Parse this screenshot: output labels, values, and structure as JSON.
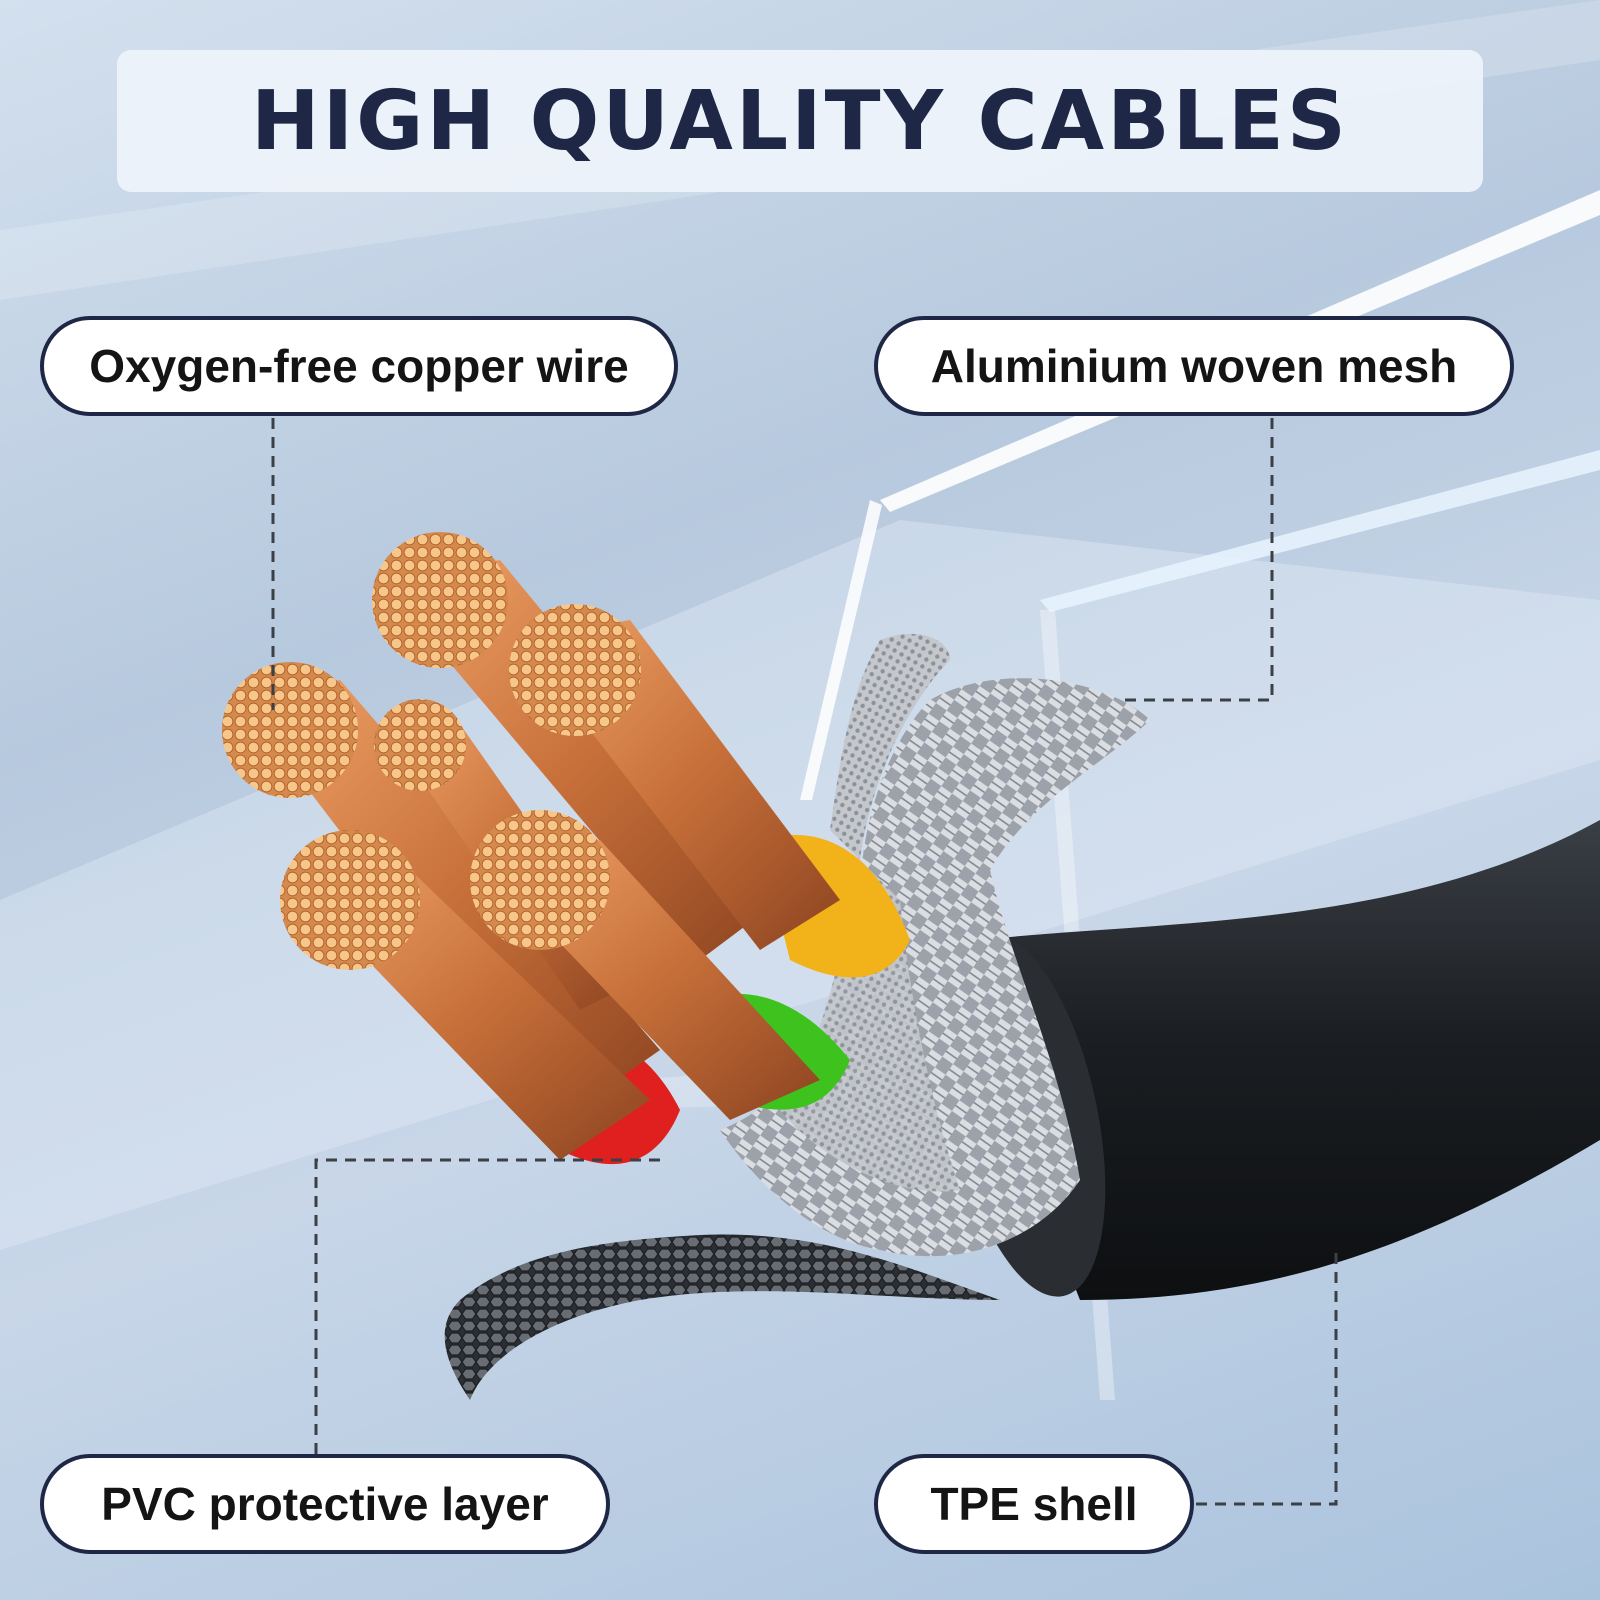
{
  "title": "HIGH QUALITY CABLES",
  "labels": {
    "copper": "Oxygen-free copper wire",
    "mesh": "Aluminium woven mesh",
    "pvc": "PVC protective layer",
    "tpe": "TPE shell"
  },
  "colors": {
    "title_text": "#1f2747",
    "label_border": "#1f2747",
    "copper": "#c8703a",
    "jacket": "#1b1e22",
    "mesh": "#b9bcc2",
    "insulation": [
      "#e01f1f",
      "#3ec21d",
      "#f2b21a"
    ]
  }
}
